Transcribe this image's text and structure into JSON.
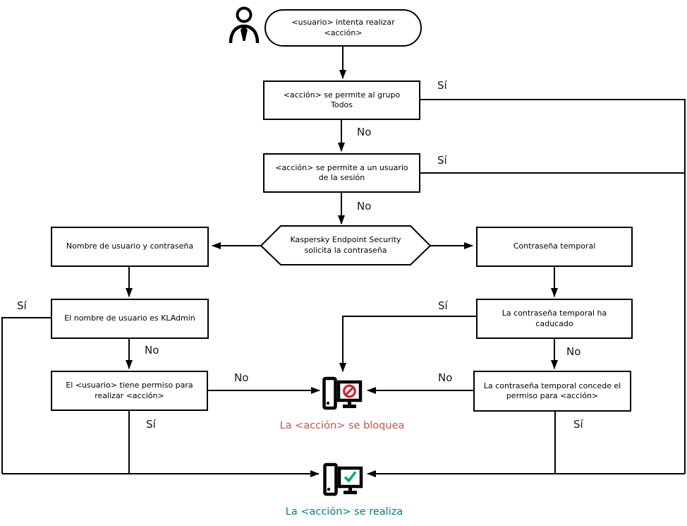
{
  "diagram": {
    "nodes": {
      "start": "<usuario> intenta realizar <acción>",
      "allow_all": "<acción> se permite al grupo Todos",
      "allow_session": "<acción> se permite a un usuario de la sesión",
      "kes_prompt": "Kaspersky Endpoint Security solicita la contraseña",
      "username_password": "Nombre de usuario y contraseña",
      "kladmin": "El nombre de usuario es KLAdmin",
      "user_permission": "El <usuario> tiene permiso para realizar <acción>",
      "temp_password": "Contraseña temporal",
      "temp_expired": "La contraseña temporal ha caducado",
      "temp_grant": "La contraseña temporal concede el permiso para <acción>",
      "blocked_caption": "La <acción> se bloquea",
      "success_caption": "La <acción> se realiza"
    },
    "labels": {
      "yes": "Sí",
      "no": "No"
    },
    "icons": [
      "user-icon",
      "computer-blocked-icon",
      "computer-success-icon"
    ],
    "colors": {
      "line": "#000000",
      "blocked_icon": "#d0212d",
      "blocked_text": "#c2564f",
      "success_icon": "#00a88e",
      "success_text": "#00837e"
    }
  }
}
